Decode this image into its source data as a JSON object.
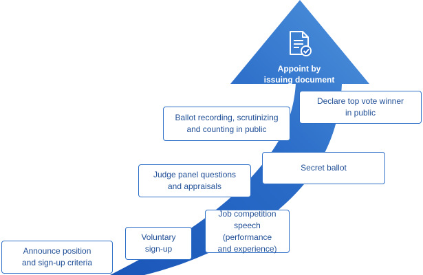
{
  "colors": {
    "arrow_dark": "#1a56b8",
    "arrow_light": "#4f93dc",
    "box_border": "#2f6fc7",
    "box_text": "#1f4e96",
    "label_text": "#ffffff"
  },
  "icon": "document-check-icon",
  "goal": "Appoint by\nissuing document",
  "steps": [
    {
      "id": "announce",
      "label": "Announce position\nand sign-up criteria"
    },
    {
      "id": "voluntary",
      "label": "Voluntary\nsign-up"
    },
    {
      "id": "speech",
      "label": "Job competition\nspeech (performance\nand experience)"
    },
    {
      "id": "judge",
      "label": "Judge panel questions\nand appraisals"
    },
    {
      "id": "secret",
      "label": "Secret ballot"
    },
    {
      "id": "ballot",
      "label": "Ballot recording, scrutinizing\nand counting in public"
    },
    {
      "id": "declare",
      "label": "Declare top vote winner\nin public"
    }
  ]
}
